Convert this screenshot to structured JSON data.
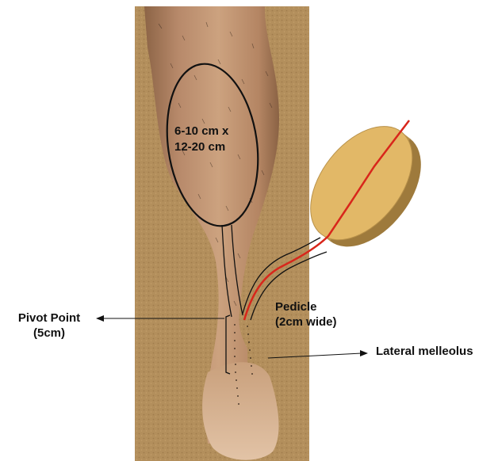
{
  "figure": {
    "flap_size_line1": "6-10 cm x",
    "flap_size_line2": "12-20 cm",
    "pivot_line1": "Pivot Point",
    "pivot_line2": "(5cm)",
    "pedicle_line1": "Pedicle",
    "pedicle_line2": "(2cm wide)",
    "lateral_label": "Lateral melleolus"
  },
  "colors": {
    "background": "#ffffff",
    "carpet": "#b38f5c",
    "skin": "#caa07a",
    "skin_shadow": "#8a6547",
    "flap_disc": "#e2b867",
    "flap_edge": "#9e7a3c",
    "pedicle_line": "#d8261b",
    "outline": "#111111"
  }
}
